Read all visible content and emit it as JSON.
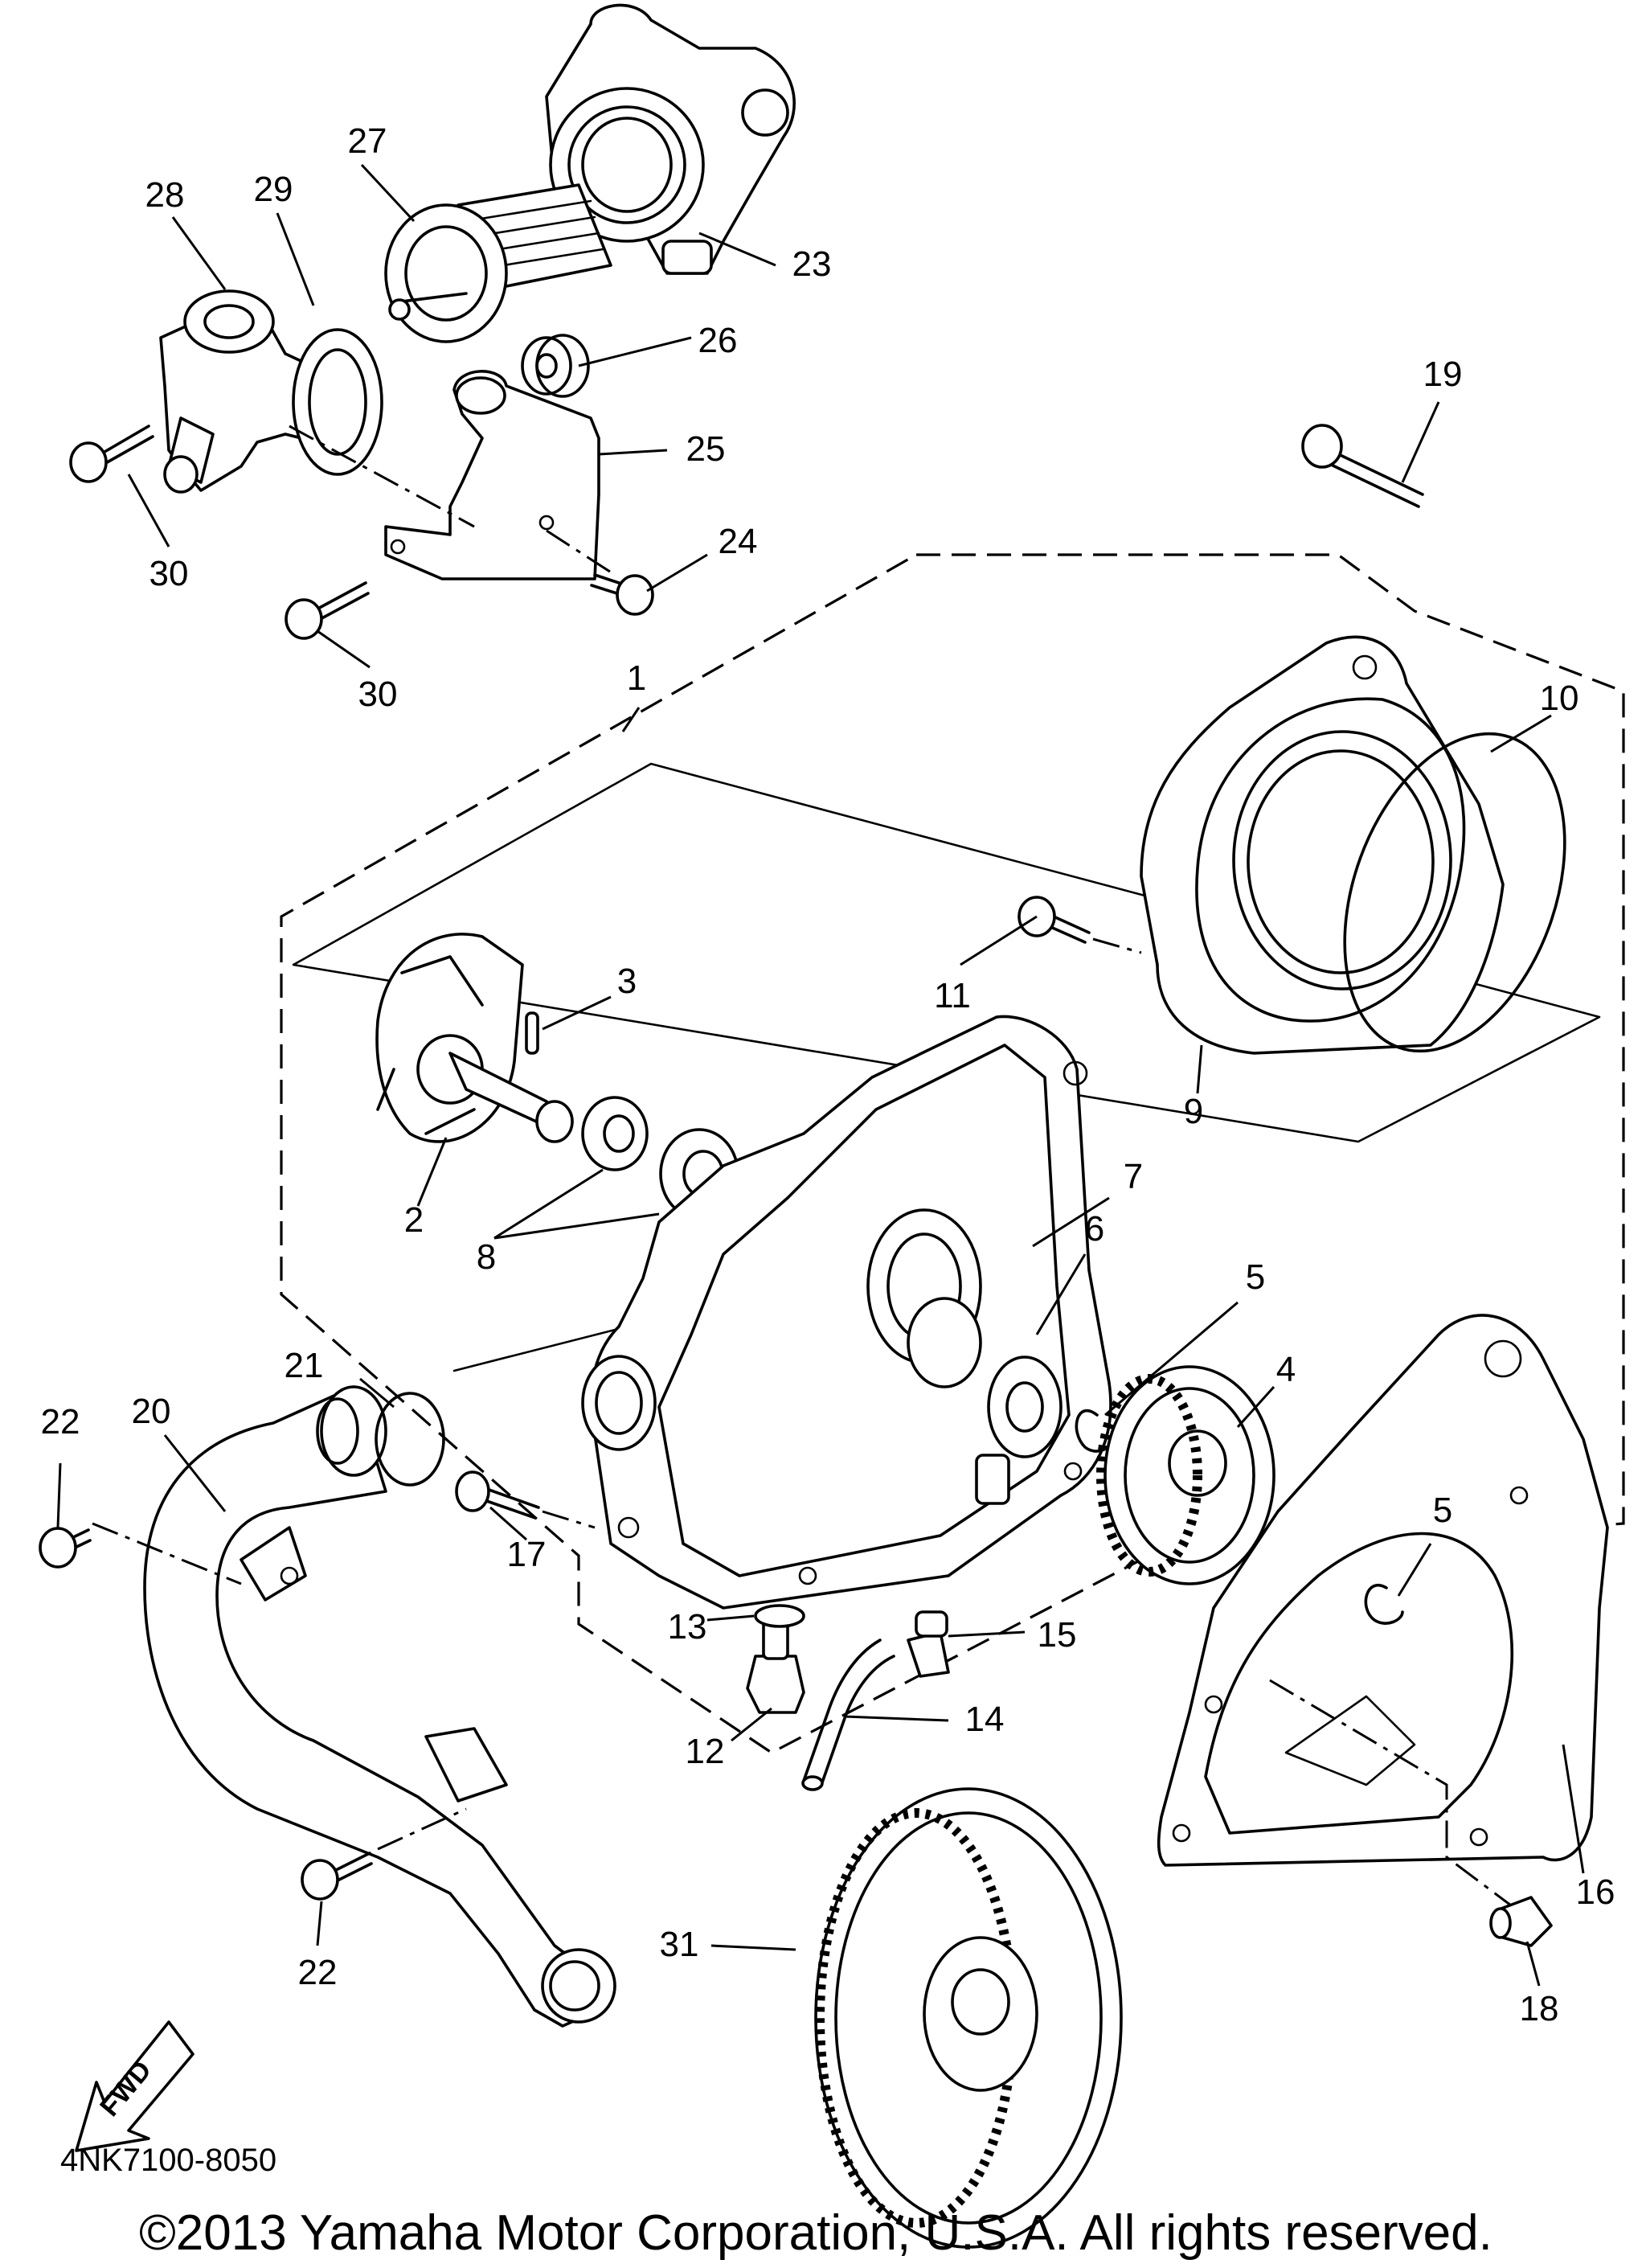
{
  "parts": [
    {
      "id": "p1",
      "label": "1"
    },
    {
      "id": "p2",
      "label": "2"
    },
    {
      "id": "p3",
      "label": "3"
    },
    {
      "id": "p4",
      "label": "4"
    },
    {
      "id": "p5a",
      "label": "5"
    },
    {
      "id": "p5b",
      "label": "5"
    },
    {
      "id": "p6",
      "label": "6"
    },
    {
      "id": "p7",
      "label": "7"
    },
    {
      "id": "p8",
      "label": "8"
    },
    {
      "id": "p9",
      "label": "9"
    },
    {
      "id": "p10",
      "label": "10"
    },
    {
      "id": "p11",
      "label": "11"
    },
    {
      "id": "p12",
      "label": "12"
    },
    {
      "id": "p13",
      "label": "13"
    },
    {
      "id": "p14",
      "label": "14"
    },
    {
      "id": "p15",
      "label": "15"
    },
    {
      "id": "p16",
      "label": "16"
    },
    {
      "id": "p17",
      "label": "17"
    },
    {
      "id": "p18",
      "label": "18"
    },
    {
      "id": "p19",
      "label": "19"
    },
    {
      "id": "p20",
      "label": "20"
    },
    {
      "id": "p21",
      "label": "21"
    },
    {
      "id": "p22a",
      "label": "22"
    },
    {
      "id": "p22b",
      "label": "22"
    },
    {
      "id": "p23",
      "label": "23"
    },
    {
      "id": "p24",
      "label": "24"
    },
    {
      "id": "p25",
      "label": "25"
    },
    {
      "id": "p26",
      "label": "26"
    },
    {
      "id": "p27",
      "label": "27"
    },
    {
      "id": "p28",
      "label": "28"
    },
    {
      "id": "p29",
      "label": "29"
    },
    {
      "id": "p30a",
      "label": "30"
    },
    {
      "id": "p30b",
      "label": "30"
    },
    {
      "id": "p31",
      "label": "31"
    }
  ],
  "direction_badge": "FWD",
  "diagram_code": "4NK7100-8050",
  "copyright": "©2013 Yamaha Motor Corporation, U.S.A. All rights reserved."
}
